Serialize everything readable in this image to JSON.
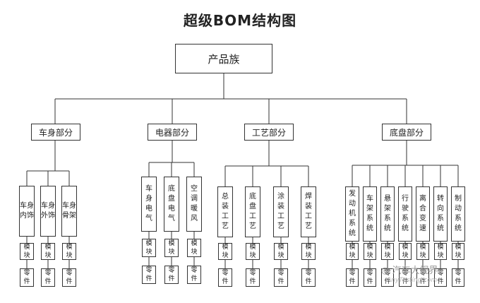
{
  "title": "超级BOM结构图",
  "root": {
    "label": "产品族"
  },
  "groups": [
    {
      "label": "车身部分",
      "children": [
        {
          "label": "车身\n内饰",
          "module": "模\n块",
          "part": "零\n件"
        },
        {
          "label": "车身\n外饰",
          "module": "模\n块",
          "part": "零\n件"
        },
        {
          "label": "车身\n骨架",
          "module": "模\n块",
          "part": "零\n件"
        }
      ]
    },
    {
      "label": "电器部分",
      "children": [
        {
          "label": "车\n身\n电\n气",
          "module": "模\n块",
          "part": "零\n件"
        },
        {
          "label": "底\n盘\n电\n气",
          "module": "模\n块",
          "part": "零\n件"
        },
        {
          "label": "空\n调\n暖\n风",
          "module": "模\n块",
          "part": "零\n件"
        }
      ]
    },
    {
      "label": "工艺部分",
      "children": [
        {
          "label": "总\n装\n工\n艺",
          "module": "模\n块",
          "part": "零\n件"
        },
        {
          "label": "底\n盘\n工\n艺",
          "module": "模\n块",
          "part": "零\n件"
        },
        {
          "label": "涂\n装\n工\n艺",
          "module": "模\n块",
          "part": "零\n件"
        },
        {
          "label": "焊\n装\n工\n艺",
          "module": "模\n块",
          "part": "零\n件"
        }
      ]
    },
    {
      "label": "底盘部分",
      "children": [
        {
          "label": "发\n动\n机\n系\n统",
          "module": "模\n块",
          "part": "零\n件"
        },
        {
          "label": "车\n架\n系\n统",
          "module": "模\n块",
          "part": "零\n件"
        },
        {
          "label": "悬\n架\n系\n统",
          "module": "模\n块",
          "part": "零\n件"
        },
        {
          "label": "行\n驶\n系\n统",
          "module": "模\n块",
          "part": "零\n件"
        },
        {
          "label": "离\n合\n变\n速",
          "module": "模\n块",
          "part": "零\n件"
        },
        {
          "label": "转\n向\n系\n统",
          "module": "模\n块",
          "part": "零\n件"
        },
        {
          "label": "制\n动\n系\n统",
          "module": "模\n块",
          "part": "零\n件"
        }
      ]
    }
  ],
  "watermark": {
    "text": "汽车大视界",
    "subtext": "AnyTesting.com"
  }
}
